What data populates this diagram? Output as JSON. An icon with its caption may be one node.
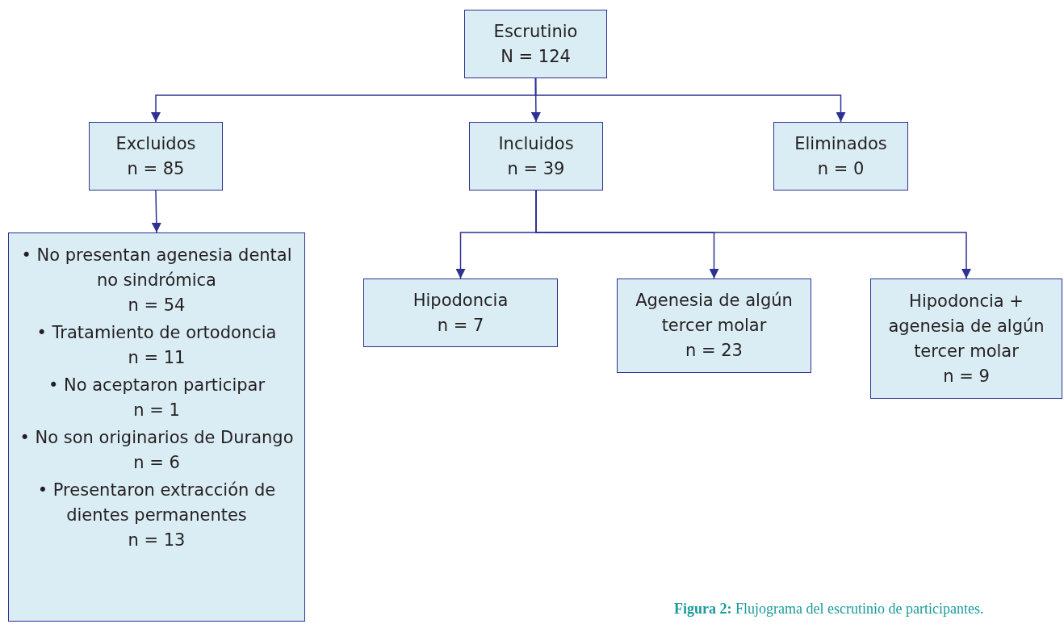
{
  "diagram": {
    "nodes": [
      {
        "text": [
          "Escrutinio",
          "N = 124"
        ]
      },
      {
        "text": [
          "Excluidos",
          "n = 85"
        ]
      },
      {
        "text": [
          "Incluidos",
          "n = 39"
        ]
      },
      {
        "text": [
          "Eliminados",
          "n = 0"
        ]
      },
      {
        "text": [
          "• No presentan agenesia dental no sindrómica",
          "n = 54",
          "• Tratamiento de ortodoncia",
          "n = 11",
          "• No aceptaron participar",
          "n = 1",
          "• No son originarios de Durango",
          "n = 6",
          "• Presentaron extracción de dientes permanentes",
          "n = 13"
        ]
      },
      {
        "text": [
          "Hipodoncia",
          "n = 7"
        ]
      },
      {
        "text": [
          "Agenesia de algún tercer molar",
          "n = 23"
        ]
      },
      {
        "text": [
          "Hipodoncia + agenesia de algún tercer molar",
          "n = 9"
        ]
      }
    ],
    "edges": [
      {
        "from": 0,
        "to": 1,
        "arrow": "to"
      },
      {
        "from": 0,
        "to": 2,
        "arrow": "to"
      },
      {
        "from": 0,
        "to": 3,
        "arrow": "to"
      },
      {
        "from": 1,
        "to": 4,
        "arrow": "to"
      },
      {
        "from": 2,
        "to": 5,
        "arrow": "to"
      },
      {
        "from": 2,
        "to": 6,
        "arrow": "to"
      },
      {
        "from": 2,
        "to": 7,
        "arrow": "to"
      }
    ],
    "caption": "**Figura 2:** Flujograma del escrutinio de participantes."
  }
}
